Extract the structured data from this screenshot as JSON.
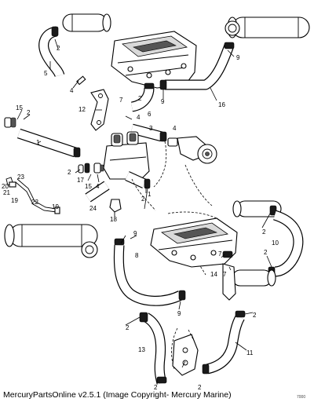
{
  "footer": {
    "text": "MercuryPartsOnline v2.5.1 (Image Copyright- Mercury Marine)"
  },
  "figure_ref": "7000",
  "callouts": [
    "1",
    "2",
    "3",
    "4",
    "5",
    "6",
    "7",
    "8",
    "9",
    "10",
    "11",
    "12",
    "13",
    "14",
    "15",
    "16",
    "17",
    "18",
    "19",
    "20",
    "21",
    "22",
    "23",
    "24"
  ]
}
